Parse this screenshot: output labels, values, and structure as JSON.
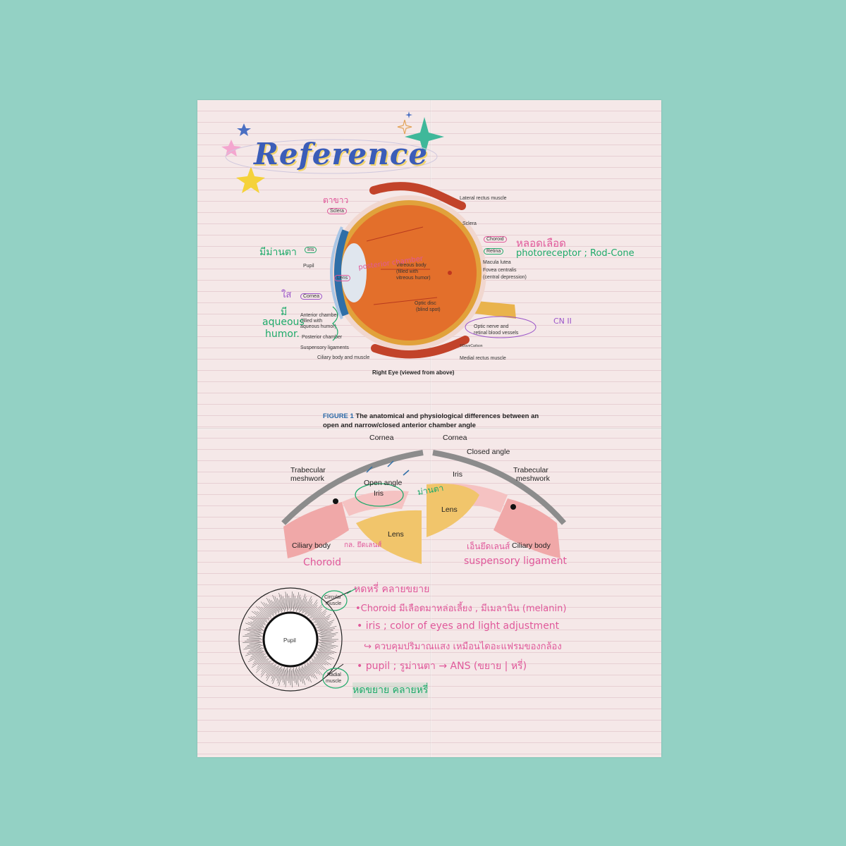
{
  "heading": "Reference",
  "eye_diagram": {
    "caption": "Right Eye (viewed from above)",
    "credit": "©DaveCarlson",
    "labels": {
      "lateral_rectus": "Lateral rectus muscle",
      "sclera_right": "Sclera",
      "sclera_left": "Sclera",
      "choroid": "Choroid",
      "retina": "Retina",
      "macula": "Macula lutea",
      "fovea": "Fovea centralis",
      "fovea_sub": "(central depression)",
      "optic_disc": "Optic disc",
      "optic_disc_sub": "(blind spot)",
      "optic_nerve": "Optic nerve and",
      "optic_nerve_sub": "retinal blood vessels",
      "medial_rectus": "Medial rectus muscle",
      "vitreous": "Vitreous body",
      "vitreous_sub1": "(filled with",
      "vitreous_sub2": "vitreous humor)",
      "iris": "Iris",
      "pupil": "Pupil",
      "lens": "Lens",
      "cornea": "Cornea",
      "anterior": "Anterior chamber",
      "anterior_sub1": "(filled with",
      "anterior_sub2": "aqueous humor)",
      "posterior": "Posterior chamber",
      "suspensory": "Suspensory ligaments",
      "ciliary": "Ciliary body and muscle"
    },
    "notes": {
      "sclera_thai": "ตาขาว",
      "choroid_thai": "หลอดเลือด",
      "retina_note": "photoreceptor ; Rod-Cone",
      "iris_thai": "มีม่านตา",
      "cornea_thai": "ใส",
      "aqueous_1": "มี",
      "aqueous_2": "aqueous",
      "aqueous_3": "humor.",
      "cn": "CN II",
      "posterior_chamber": "posterior chamber"
    }
  },
  "figure1": {
    "title_num": "FIGURE 1",
    "title_line1": " The anatomical and physiological differences between an",
    "title_line2": "open and narrow/closed anterior chamber angle",
    "labels": {
      "cornea_left": "Cornea",
      "cornea_right": "Cornea",
      "closed_angle": "Closed angle",
      "trab_left_1": "Trabecular",
      "trab_left_2": "meshwork",
      "trab_right_1": "Trabecular",
      "trab_right_2": "meshwork",
      "open_angle": "Open angle",
      "iris_left": "Iris",
      "iris_right": "Iris",
      "lens_left": "Lens",
      "lens_right": "Lens",
      "ciliary_left": "Ciliary body",
      "ciliary_right": "Ciliary body"
    },
    "notes": {
      "choroid": "Choroid",
      "ligament_thai": "เอ็นยึดเลนส์",
      "suspensory": "suspensory ligament",
      "muscle_thai": "กล. ยึดเลนส์",
      "iris_thai": "ม่านตา"
    }
  },
  "pupil_diagram": {
    "pupil": "Pupil",
    "circular_1": "Circular",
    "circular_2": "muscle",
    "radial_1": "Radial",
    "radial_2": "muscle"
  },
  "notes_list": [
    {
      "text": "หดหรี่ คลายขยาย",
      "color": "#e0589a"
    },
    {
      "text": "•Choroid  มีเลือดมาหล่อเลี้ยง , มีเมลานิน (melanin)",
      "color": "#e0589a"
    },
    {
      "text": "• iris  ; color of eyes and light adjustment",
      "color": "#e0589a"
    },
    {
      "text": "↪ ควบคุมปริมาณแสง เหมือนไดอะแฟรมของกล้อง",
      "color": "#e0589a"
    },
    {
      "text": "• pupil  ; รูม่านตา → ANS (ขยาย | หรี่)",
      "color": "#e0589a"
    },
    {
      "text": "หดขยาย คลายหรี่",
      "color": "#1faa6a"
    }
  ],
  "colors": {
    "background": "#93d1c4",
    "paper": "#f5e8e8",
    "pink_ink": "#e0589a",
    "green_ink": "#1faa6a",
    "heading_blue": "#3b5db8"
  }
}
